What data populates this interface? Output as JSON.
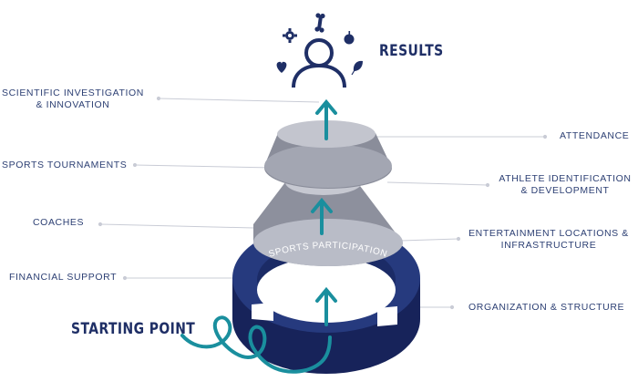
{
  "diagram": {
    "results_label": "RESULTS",
    "starting_label": "STARTING POINT",
    "ring_label": "SPORTS PARTICIPATION",
    "left_labels": [
      "SCIENTIFIC INVESTIGATION & INNOVATION",
      "SPORTS TOURNAMENTS",
      "COACHES",
      "FINANCIAL SUPPORT"
    ],
    "right_labels": [
      "ATTENDANCE",
      "ATHLETE IDENTIFICATION & DEVELOPMENT",
      "ENTERTAINMENT LOCATIONS & INFRASTRUCTURE",
      "ORGANIZATION & STRUCTURE"
    ],
    "colors": {
      "navy": "#1f2f66",
      "teal": "#1a8f9e",
      "gray": "#a6a9b6",
      "gray_dark": "#7d808d",
      "text": "#2c3f73"
    },
    "icons": [
      "person-icon",
      "gear-icon",
      "bone-icon",
      "apple-icon",
      "heart-icon",
      "leaf-icon"
    ]
  }
}
